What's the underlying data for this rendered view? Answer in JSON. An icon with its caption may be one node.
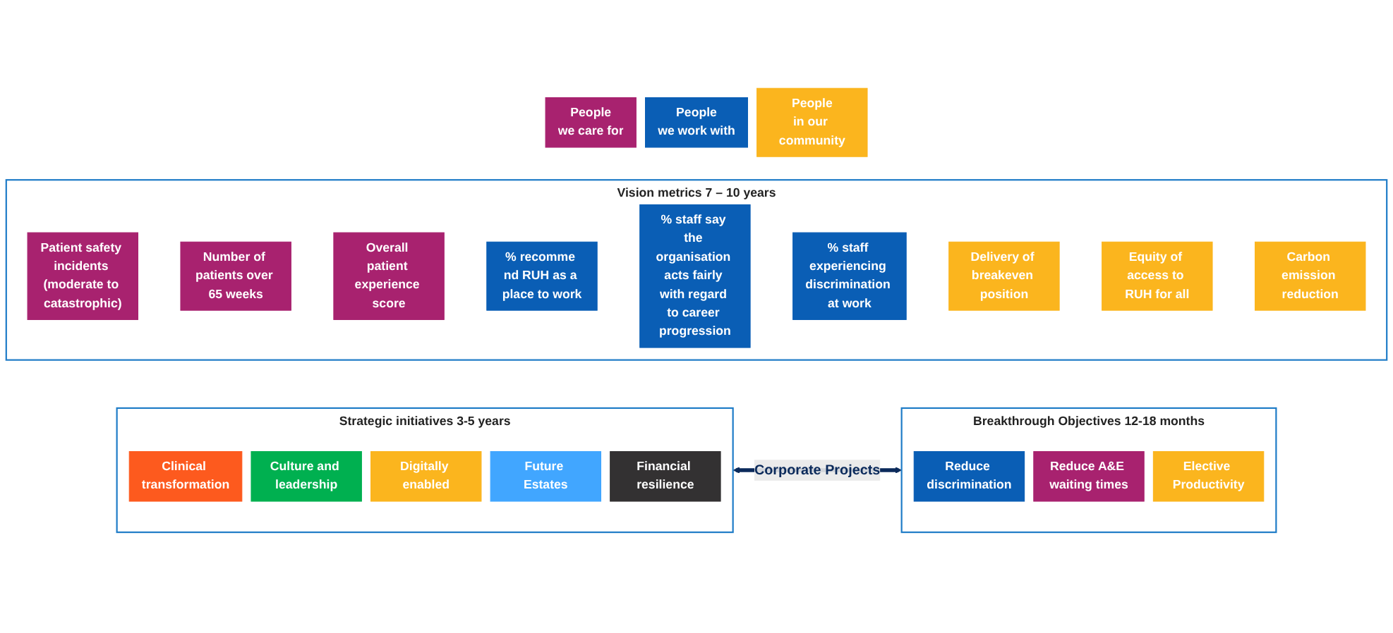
{
  "diagram": {
    "nodes": [
      {
        "text": [
          "People",
          "we care for"
        ]
      },
      {
        "text": [
          "People",
          "we work with"
        ]
      },
      {
        "text": [
          "People",
          "in our community"
        ]
      },
      {
        "text": [
          "Vision metrics 7 – 10 years"
        ]
      },
      {
        "text": [
          "Patient safety incidents (moderate to catastrophic)"
        ],
        "in": 3
      },
      {
        "text": [
          "Number of patients over 65 weeks"
        ],
        "in": 3
      },
      {
        "text": [
          "Overall patient experience score"
        ],
        "in": 3
      },
      {
        "text": [
          "% recomme nd RUH as a place to work"
        ],
        "in": 3
      },
      {
        "text": [
          "% staff say the organisation acts fairly with regard to career progression"
        ],
        "in": 3
      },
      {
        "text": [
          "% staff experiencing discrimination at work"
        ],
        "in": 3
      },
      {
        "text": [
          "Delivery of breakeven position"
        ],
        "in": 3
      },
      {
        "text": [
          "Equity of access to RUH for all"
        ],
        "in": 3
      },
      {
        "text": [
          "Carbon emission reduction"
        ],
        "in": 3
      },
      {
        "text": [
          "Strategic initiatives 3-5 years"
        ]
      },
      {
        "text": [
          "Clinical transformation"
        ],
        "in": 13
      },
      {
        "text": [
          "Culture and leadership"
        ],
        "in": 13
      },
      {
        "text": [
          "Digitally enabled"
        ],
        "in": 13
      },
      {
        "text": [
          "Future Estates"
        ],
        "in": 13
      },
      {
        "text": [
          "Financial resilience"
        ],
        "in": 13
      },
      {
        "text": [
          "Breakthrough Objectives 12-18 months"
        ]
      },
      {
        "text": [
          "Reduce discrimination"
        ],
        "in": 19
      },
      {
        "text": [
          "Reduce A&E waiting times"
        ],
        "in": 19
      },
      {
        "text": [
          "Elective Productivity"
        ],
        "in": 19
      }
    ],
    "edges": [
      {
        "from": 13,
        "to": 19,
        "arrow": "both",
        "label": "Corporate Projects",
        "color": "#0b2a5b"
      }
    ]
  }
}
